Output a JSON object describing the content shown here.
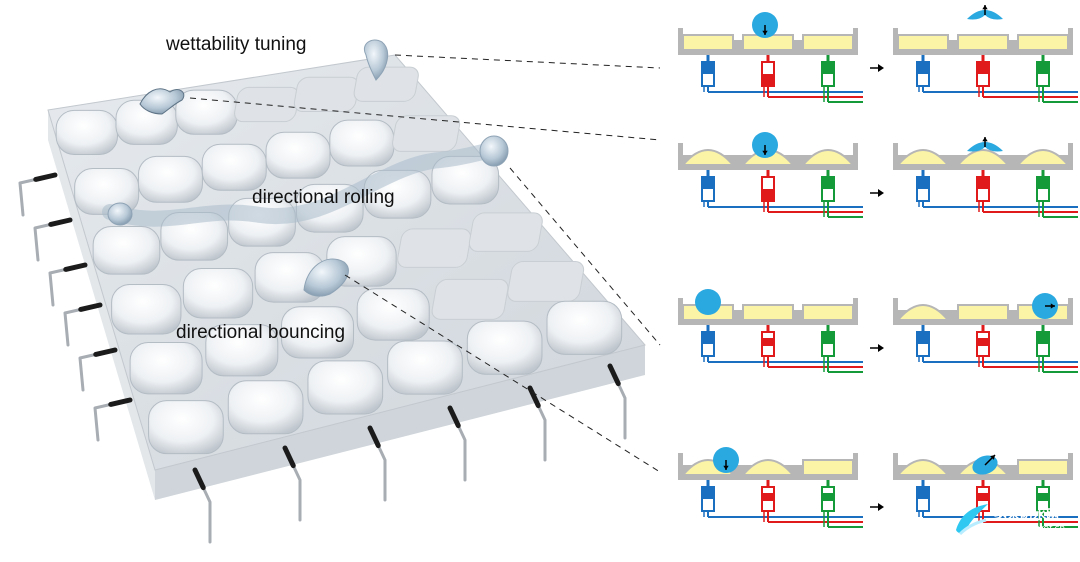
{
  "labels": {
    "wettability": "wettability tuning",
    "rolling": "directional rolling",
    "bouncing": "directional bouncing"
  },
  "colors": {
    "blue": "#1a6fc0",
    "red": "#e01a1a",
    "green": "#159a3a",
    "yellow": "#fbf4a6",
    "gray": "#b6b6b6",
    "droplet": "#2aa8e0",
    "surface": "#d8dde3"
  },
  "watermark": {
    "brand": "纳米防水网",
    "url": "www.waterof.cn"
  }
}
